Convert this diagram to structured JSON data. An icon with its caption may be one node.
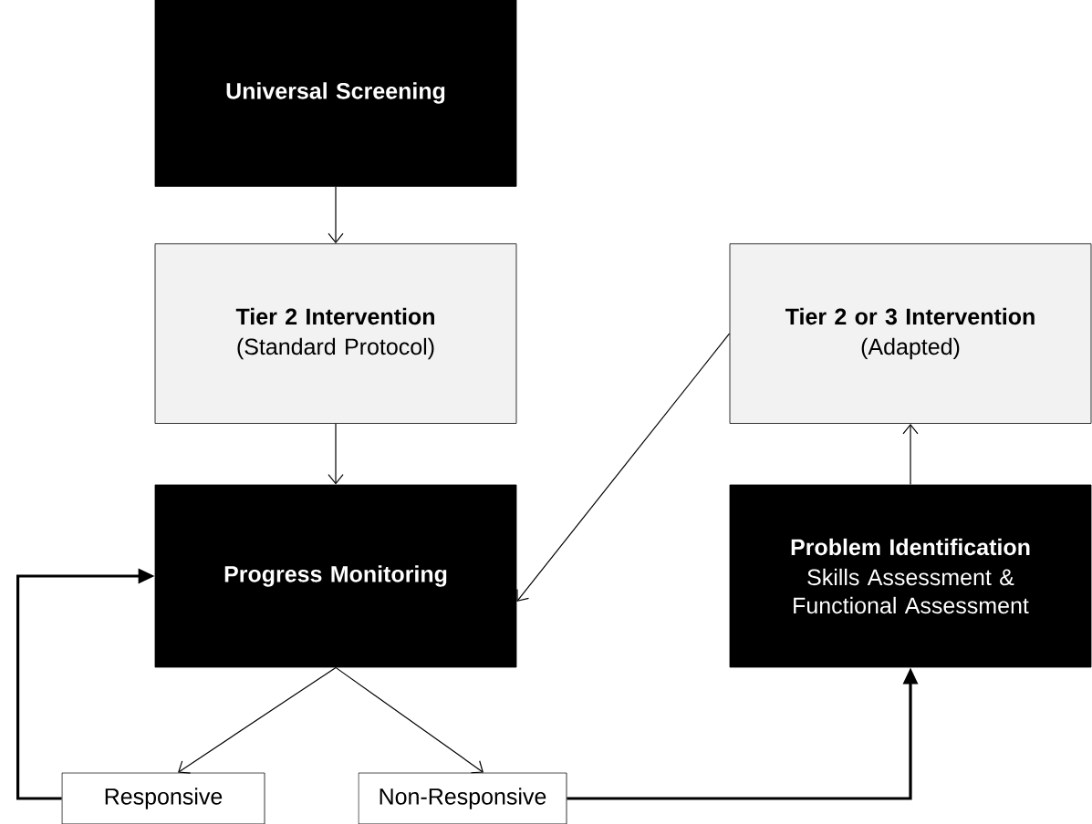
{
  "diagram": {
    "nodes": [
      {
        "text": [
          "Universal Screening"
        ]
      },
      {
        "text": [
          "Tier 2 Intervention",
          "(Standard Protocol)"
        ]
      },
      {
        "text": [
          "Tier 2 or 3 Intervention",
          "(Adapted)"
        ]
      },
      {
        "text": [
          "Progress Monitoring"
        ]
      },
      {
        "text": [
          "Problem Identification",
          "Skills Assessment & Functional Assessment"
        ]
      },
      {
        "text": [
          "Responsive"
        ]
      },
      {
        "text": [
          "Non-Responsive"
        ]
      }
    ],
    "edges": [
      {
        "from": 0,
        "to": 1,
        "arrow": "to"
      },
      {
        "from": 1,
        "to": 3,
        "arrow": "to"
      },
      {
        "from": 2,
        "to": 3,
        "arrow": "to"
      },
      {
        "from": 4,
        "to": 2,
        "arrow": "to"
      },
      {
        "from": 3,
        "to": 5,
        "arrow": "to"
      },
      {
        "from": 3,
        "to": 6,
        "arrow": "to"
      },
      {
        "from": 5,
        "to": 3,
        "arrow": "to",
        "style": "thick"
      },
      {
        "from": 6,
        "to": 4,
        "arrow": "to",
        "style": "thick"
      }
    ]
  }
}
